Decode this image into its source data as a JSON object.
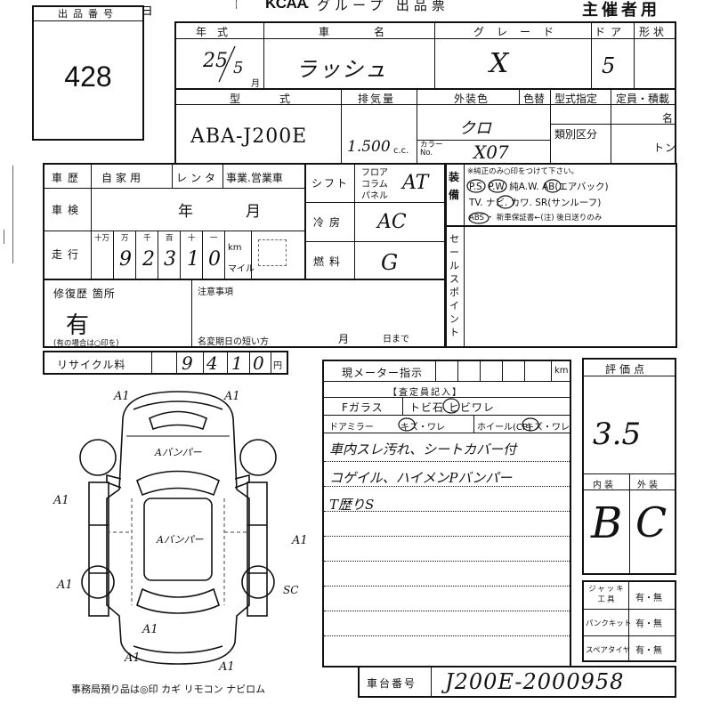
{
  "header": {
    "brand": "KCAA",
    "dot": ".",
    "group_title": "グループ 出品票",
    "organizer": "主催者用",
    "stray_mark": "ヨ"
  },
  "lot": {
    "label": "出品番号",
    "number": "428"
  },
  "row1": {
    "year_label": "年式",
    "car_name_label": "車名",
    "grade_label": "グレード",
    "door_label": "ドア",
    "shape_label": "形状",
    "year_value": "25",
    "month_value": "5",
    "month_unit": "月",
    "car_name_value": "ラッシュ",
    "grade_value": "X",
    "door_value": "5"
  },
  "row2": {
    "model_label": "型式",
    "displacement_label": "排気量",
    "exterior_color_label": "外装色",
    "color_no_label": "色替",
    "model_designation_label": "型式指定",
    "capacity_label": "定員・積載",
    "category_label": "類別区分",
    "person_unit": "名",
    "ton_unit": "トン",
    "model_value": "ABA-J200E",
    "displacement_value": "1.500",
    "cc_unit": "c.c.",
    "color_value": "クロ",
    "color_code_label": "カラーNo.",
    "color_code_value": "X07"
  },
  "history": {
    "label": "車歴",
    "options": [
      "自家用",
      "レンタ",
      "事業.営業車"
    ],
    "inspection_label": "車検",
    "year_unit": "年",
    "month_unit": "月",
    "mileage_label": "走行",
    "digit_units": [
      "十万",
      "万",
      "千",
      "百",
      "十",
      "一"
    ],
    "mileage_digits": [
      "",
      "9",
      "2",
      "3",
      "1",
      "0"
    ],
    "km_unit": "km",
    "mile_unit": "マイル"
  },
  "shift": {
    "label": "シフト",
    "options": [
      "フロア",
      "コラム",
      "パネル"
    ],
    "value": "AT",
    "ac_label": "冷房",
    "ac_value": "AC",
    "fuel_label": "燃料",
    "fuel_value": "G"
  },
  "equipment": {
    "label": "装備",
    "note": "※純正のみ○印をつけて下さい。",
    "line1": "P.S. P.W. 純A.W. AB(エアバック)",
    "line2": "TV. ナビ. カワ. SR(サンルーフ)",
    "line3": "ABS ・ 新車保証書←(注) 後日送りのみ"
  },
  "sales_point": {
    "label": "セールスポイント"
  },
  "repair": {
    "label": "修復歴 箇所",
    "value": "有",
    "note": "(有の場合は○印を)",
    "caution_label": "注意事項",
    "short_expiry_label": "名変期日の短い方",
    "month_unit": "月",
    "day_unit": "日まで"
  },
  "recycle": {
    "label": "リサイクル料",
    "digits": [
      "",
      "9",
      "4",
      "1",
      "0"
    ],
    "yen_unit": "円"
  },
  "meter": {
    "label": "現メーター指示",
    "km_unit": "km"
  },
  "inspector": {
    "title": "【査定員記入】",
    "f_glass_label": "Fガラス",
    "f_glass_options": "トビ石 ヒビワレ",
    "door_mirror_label": "ドアミラー",
    "door_mirror_options": "キズ・ワレ",
    "wheel_label": "ホイール(CP)",
    "wheel_options": "キズ・ワレ",
    "notes": [
      "車内スレ汚れ、シートカバー付",
      "コゲイル、ハイメンPバンパー",
      "T歴りS"
    ]
  },
  "score": {
    "label": "評価点",
    "value": "3.5",
    "interior_label": "内装",
    "exterior_label": "外装",
    "interior_value": "B",
    "exterior_value": "C"
  },
  "tools": {
    "jack_label": "ジャッキ 工具",
    "puncture_label": "パンクキット",
    "spare_label": "スペアタイヤ",
    "yes_no": "有・無"
  },
  "chassis": {
    "label": "車台番号",
    "value": "J200E-2000958"
  },
  "diagram": {
    "marks": [
      "A1",
      "A1",
      "A1",
      "A1",
      "A1",
      "A1",
      "A1",
      "A1",
      "SC"
    ],
    "hood_note": "Aバンパー",
    "roof_note": "Aバンパー"
  },
  "footer": {
    "note": "事務局預り品は◎印 カギ リモコン ナビロム"
  }
}
